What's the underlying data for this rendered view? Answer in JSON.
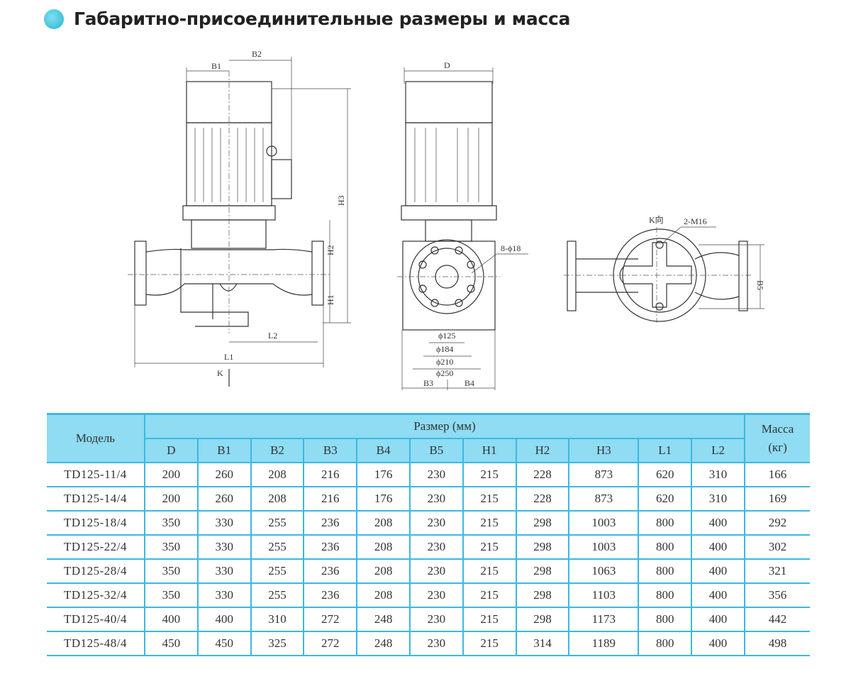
{
  "header": {
    "title": "Габаритно-присоединительные размеры и масса"
  },
  "drawings": {
    "front_view": {
      "labels": [
        "B1",
        "B2",
        "H3",
        "H2",
        "H1",
        "L2",
        "L1",
        "K"
      ]
    },
    "side_view": {
      "labels": [
        "D",
        "8-ϕ18",
        "ϕ125",
        "ϕ184",
        "ϕ210",
        "ϕ250",
        "B3",
        "B4"
      ]
    },
    "bottom_view": {
      "labels": [
        "K向",
        "2-M16",
        "B5"
      ]
    }
  },
  "table": {
    "model_header": "Модель",
    "size_header": "Размер (мм)",
    "mass_header": "Масса (кг)",
    "columns": [
      "D",
      "B1",
      "B2",
      "B3",
      "B4",
      "B5",
      "H1",
      "H2",
      "H3",
      "L1",
      "L2"
    ],
    "rows": [
      {
        "model": "TD125-11/4",
        "values": [
          "200",
          "260",
          "208",
          "216",
          "176",
          "230",
          "215",
          "228",
          "873",
          "620",
          "310"
        ],
        "mass": "166"
      },
      {
        "model": "TD125-14/4",
        "values": [
          "200",
          "260",
          "208",
          "216",
          "176",
          "230",
          "215",
          "228",
          "873",
          "620",
          "310"
        ],
        "mass": "169"
      },
      {
        "model": "TD125-18/4",
        "values": [
          "350",
          "330",
          "255",
          "236",
          "208",
          "230",
          "215",
          "298",
          "1003",
          "800",
          "400"
        ],
        "mass": "292"
      },
      {
        "model": "TD125-22/4",
        "values": [
          "350",
          "330",
          "255",
          "236",
          "208",
          "230",
          "215",
          "298",
          "1003",
          "800",
          "400"
        ],
        "mass": "302"
      },
      {
        "model": "TD125-28/4",
        "values": [
          "350",
          "330",
          "255",
          "236",
          "208",
          "230",
          "215",
          "298",
          "1063",
          "800",
          "400"
        ],
        "mass": "321"
      },
      {
        "model": "TD125-32/4",
        "values": [
          "350",
          "330",
          "255",
          "236",
          "208",
          "230",
          "215",
          "298",
          "1103",
          "800",
          "400"
        ],
        "mass": "356"
      },
      {
        "model": "TD125-40/4",
        "values": [
          "400",
          "400",
          "310",
          "272",
          "248",
          "230",
          "215",
          "298",
          "1173",
          "800",
          "400"
        ],
        "mass": "442"
      },
      {
        "model": "TD125-48/4",
        "values": [
          "450",
          "450",
          "325",
          "272",
          "248",
          "230",
          "215",
          "314",
          "1189",
          "800",
          "400"
        ],
        "mass": "498"
      }
    ]
  },
  "colors": {
    "accent": "#25b6d2",
    "header_bg": "#8fdcf3",
    "grid": "#3cb8e2"
  }
}
